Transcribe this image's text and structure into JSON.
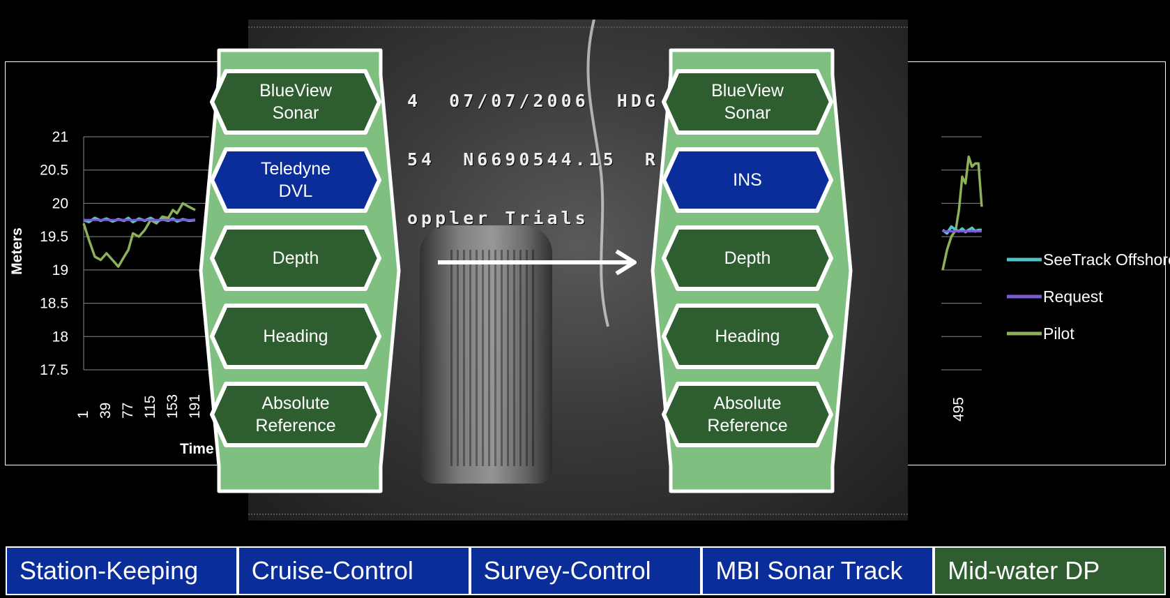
{
  "chart_data": {
    "type": "line",
    "ylabel": "Meters",
    "xlabel": "Time",
    "ylim": [
      17.5,
      21
    ],
    "y_ticks": [
      "21",
      "20.5",
      "20",
      "19.5",
      "19",
      "18.5",
      "18",
      "17.5"
    ],
    "x_ticks_left": [
      "1",
      "39",
      "77",
      "115",
      "153",
      "191"
    ],
    "x_ticks_right": [
      "495"
    ],
    "series": [
      {
        "name": "SeeTrack Offshore",
        "color": "#4fc3c8"
      },
      {
        "name": "Request",
        "color": "#7b5bd0"
      },
      {
        "name": "Pilot",
        "color": "#8db05a"
      }
    ],
    "left_segment": {
      "x": [
        1,
        10,
        20,
        30,
        40,
        50,
        60,
        70,
        77,
        85,
        95,
        105,
        115,
        125,
        135,
        145,
        153,
        160,
        170,
        180,
        191
      ],
      "pilot": [
        19.7,
        19.45,
        19.2,
        19.15,
        19.25,
        19.15,
        19.05,
        19.2,
        19.3,
        19.55,
        19.5,
        19.6,
        19.75,
        19.7,
        19.8,
        19.78,
        19.9,
        19.85,
        20.0,
        19.95,
        19.9
      ],
      "seetrack": [
        19.75,
        19.72,
        19.78,
        19.74,
        19.77,
        19.73,
        19.76,
        19.74,
        19.78,
        19.72,
        19.77,
        19.74,
        19.78,
        19.73,
        19.76,
        19.74,
        19.77,
        19.73,
        19.76,
        19.74,
        19.75
      ],
      "request": [
        19.75,
        19.75,
        19.75,
        19.75,
        19.75,
        19.75,
        19.75,
        19.75,
        19.75,
        19.75,
        19.75,
        19.75,
        19.75,
        19.75,
        19.75,
        19.75,
        19.75,
        19.75,
        19.75,
        19.75,
        19.75
      ]
    },
    "right_segment": {
      "x": [
        480,
        484,
        488,
        492,
        495,
        498,
        501,
        504,
        507,
        510,
        513,
        516
      ],
      "pilot": [
        19.0,
        19.3,
        19.5,
        19.6,
        19.9,
        20.4,
        20.3,
        20.7,
        20.55,
        20.6,
        20.6,
        19.95
      ],
      "seetrack": [
        19.6,
        19.55,
        19.65,
        19.6,
        19.58,
        19.62,
        19.57,
        19.6,
        19.63,
        19.58,
        19.6,
        19.6
      ],
      "request": [
        19.58,
        19.58,
        19.58,
        19.58,
        19.58,
        19.58,
        19.58,
        19.58,
        19.58,
        19.58,
        19.58,
        19.58
      ]
    },
    "grid": true,
    "legend_position": "right"
  },
  "video": {
    "overlay_lines": [
      "4  07/07/2006  HDG",
      "54  N6690544.15  R",
      "oppler Trials"
    ]
  },
  "stacks": {
    "left": [
      "BlueView\nSonar",
      "Teledyne\nDVL",
      "Depth",
      "Heading",
      "Absolute\nReference"
    ],
    "right": [
      "BlueView\nSonar",
      "INS",
      "Depth",
      "Heading",
      "Absolute\nReference"
    ],
    "highlight_index": 1,
    "colors": {
      "frame": "#7fbf7f",
      "hex_green": "#2e5e30",
      "hex_blue": "#0a2d99",
      "border": "#ffffff"
    }
  },
  "modes": [
    {
      "label": "Station-Keeping",
      "color": "#0a2d99"
    },
    {
      "label": "Cruise-Control",
      "color": "#0a2d99"
    },
    {
      "label": "Survey-Control",
      "color": "#0a2d99"
    },
    {
      "label": "MBI Sonar Track",
      "color": "#0a2d99"
    },
    {
      "label": "Mid-water DP",
      "color": "#2e5e30"
    }
  ]
}
